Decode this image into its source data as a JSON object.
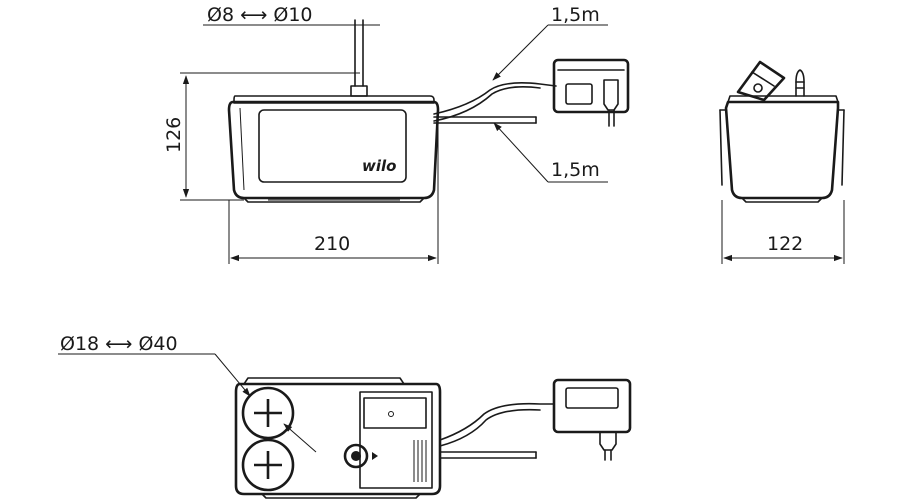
{
  "labels": {
    "tube_range_top": "Ø8 ⟷ Ø10",
    "cable_upper": "1,5m",
    "cable_lower": "1,5m",
    "height": "126",
    "width_front": "210",
    "width_side": "122",
    "inlet_range_bottom": "Ø18 ⟷ Ø40",
    "brand": "wilo"
  }
}
